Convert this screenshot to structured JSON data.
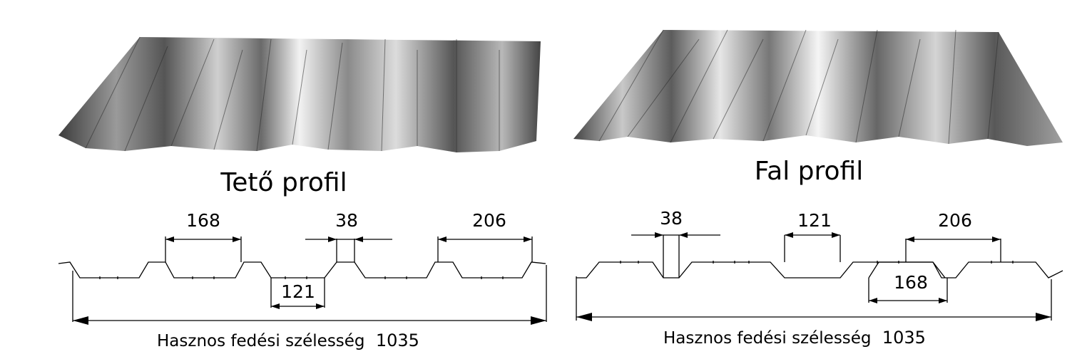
{
  "left_panel": {
    "title": "Tető profil",
    "dimensions": {
      "d1": "168",
      "d2": "38",
      "d3": "206",
      "d4": "121"
    },
    "caption": "Hasznos fedési szélesség",
    "width_value": "1035"
  },
  "right_panel": {
    "title": "Fal profil",
    "dimensions": {
      "d1": "38",
      "d2": "121",
      "d3": "206",
      "d4": "168"
    },
    "caption": "Hasznos fedési szélesség",
    "width_value": "1035"
  },
  "colors": {
    "line": "#000000",
    "metal_dark": "#4a4a4a",
    "metal_light": "#f4f4f4"
  }
}
